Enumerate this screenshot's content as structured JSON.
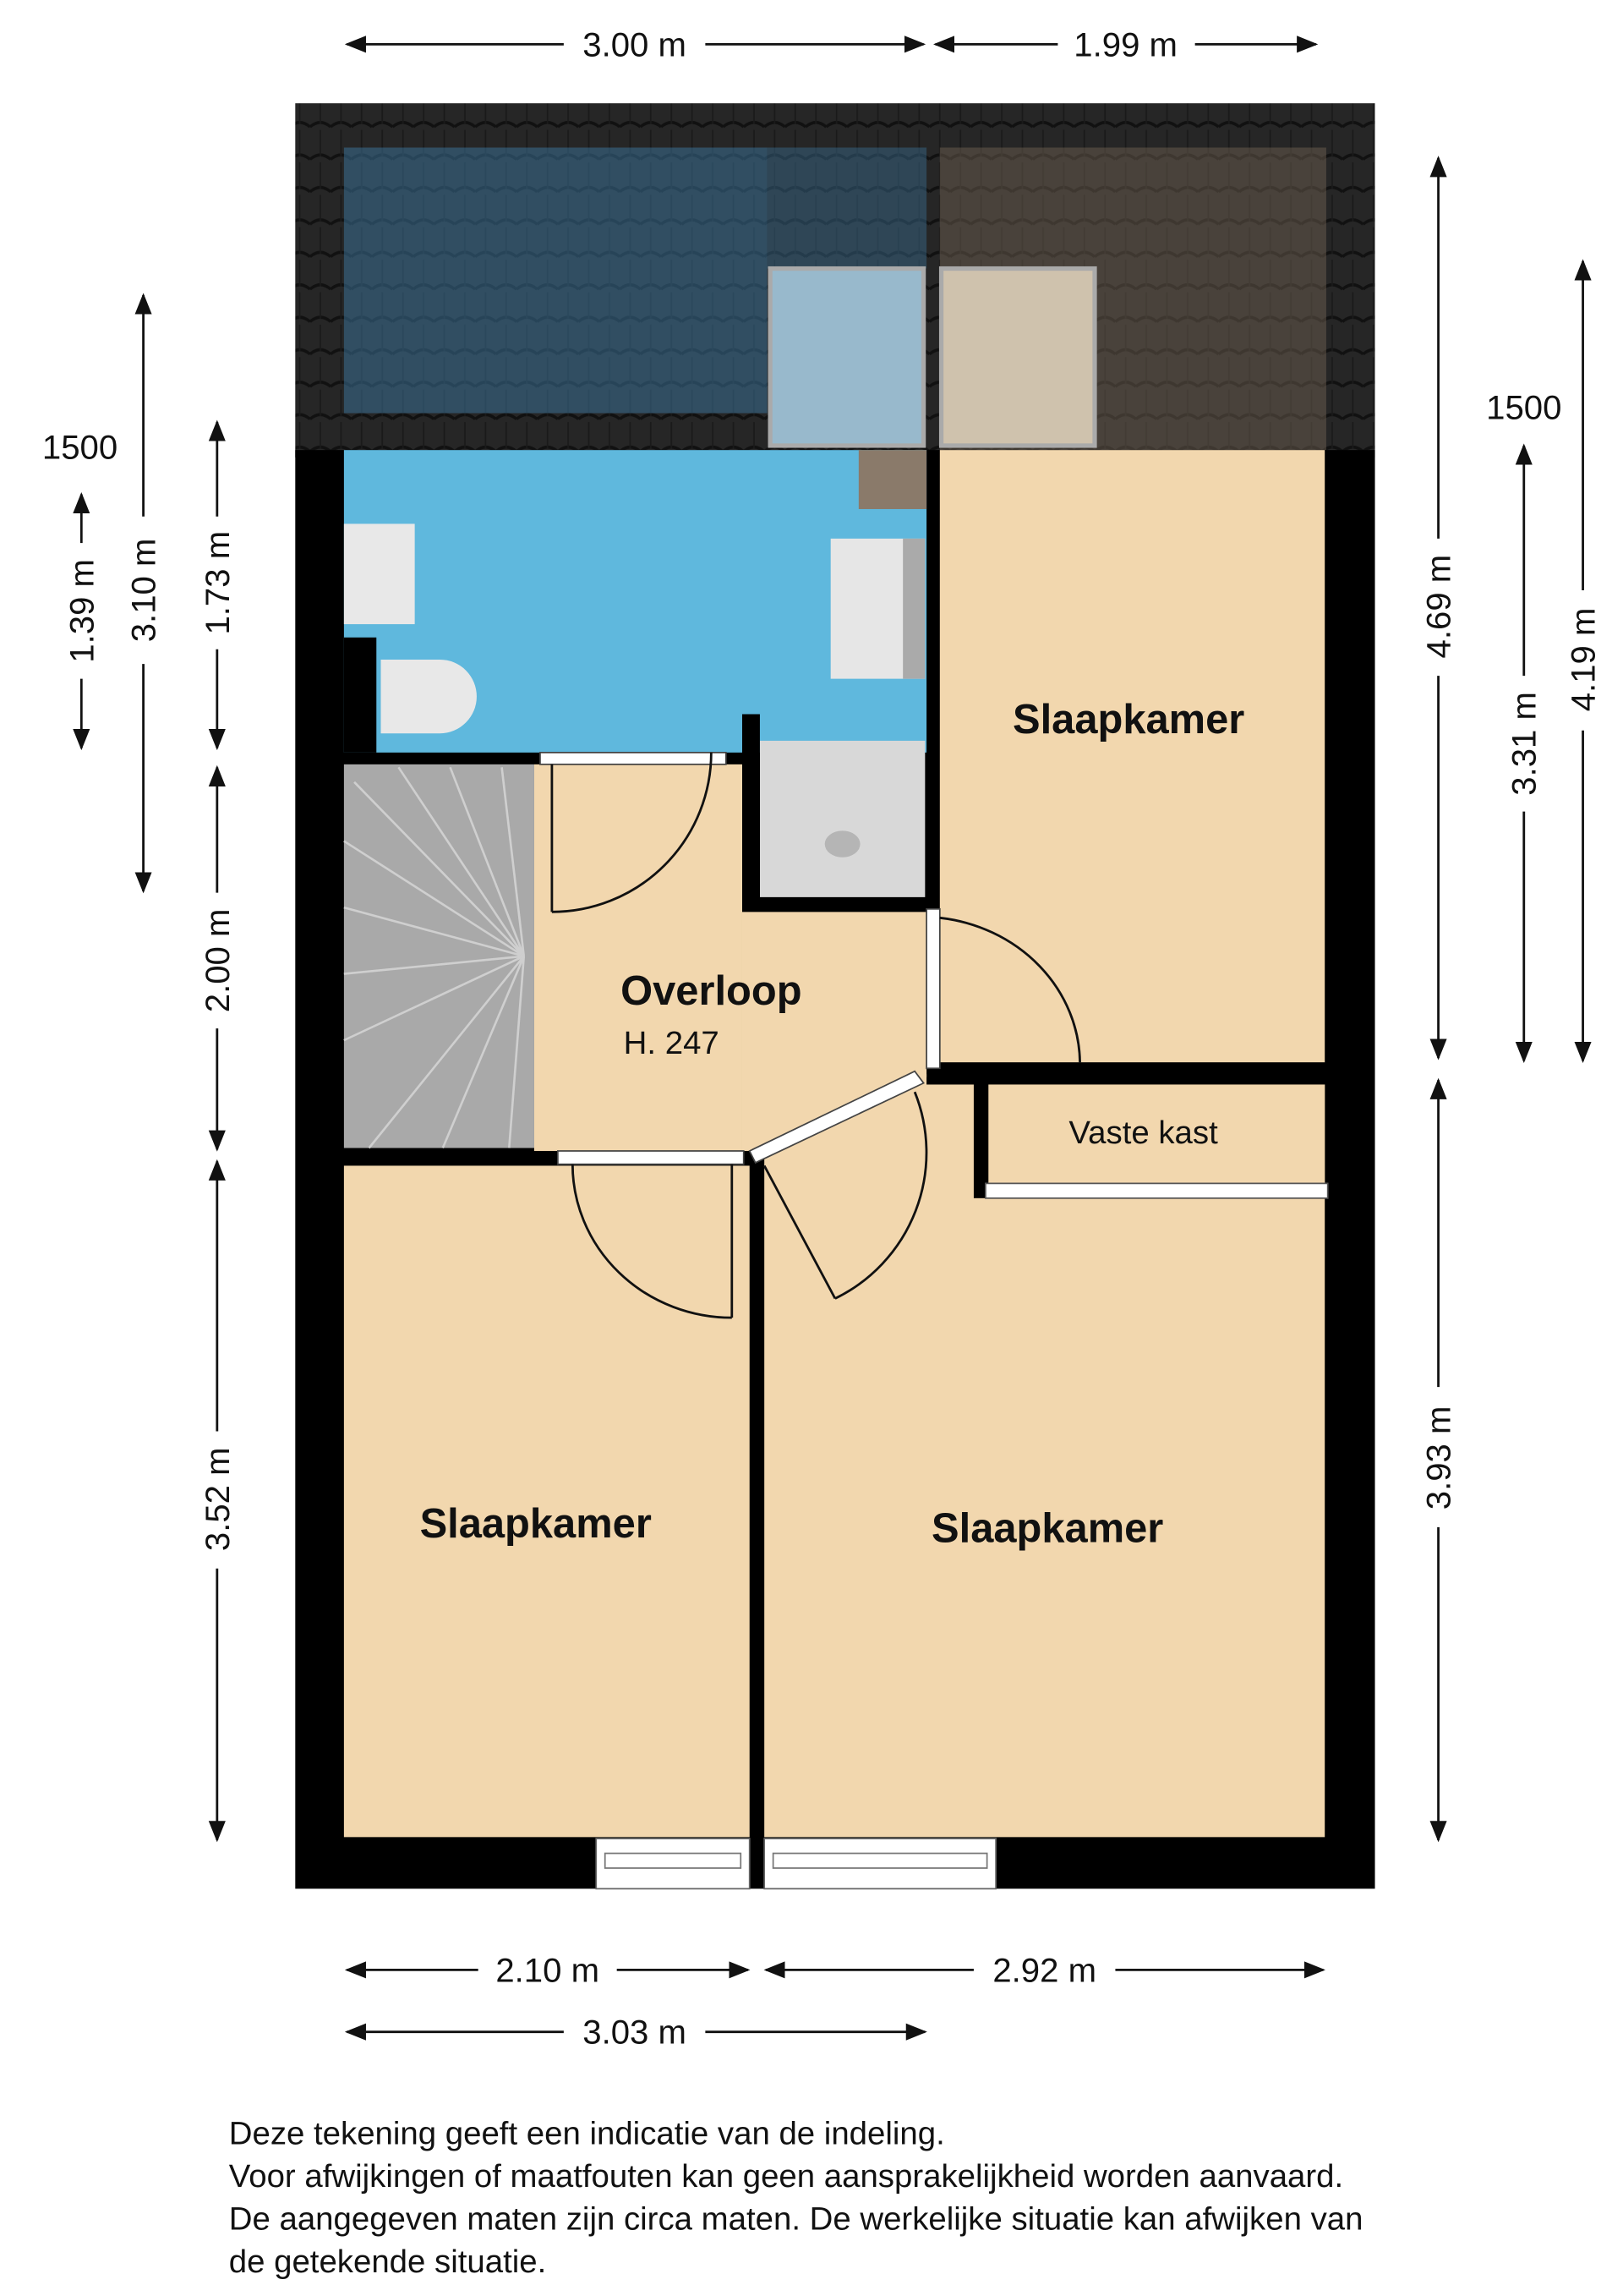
{
  "plan": {
    "rooms": {
      "bedroom_top_right": "Slaapkamer",
      "landing": "Overloop",
      "landing_height": "H. 247",
      "closet": "Vaste kast",
      "bedroom_bottom_left": "Slaapkamer",
      "bedroom_bottom_right": "Slaapkamer"
    },
    "dimensions": {
      "top_left": "3.00 m",
      "top_right": "1.99 m",
      "left_height_mark": "1500",
      "left_1": "1.39 m",
      "left_2": "3.10 m",
      "left_3": "1.73 m",
      "left_4": "2.00 m",
      "left_5": "3.52 m",
      "right_1": "4.69 m",
      "right_2": "3.93 m",
      "right_height_mark": "1500",
      "right_3": "3.31 m",
      "right_4": "4.19 m",
      "bottom_1": "2.10 m",
      "bottom_2": "2.92 m",
      "bottom_3": "3.03 m"
    },
    "colors": {
      "wall": "#000000",
      "floor": "#f2d7ae",
      "bathroom": "#5fb8dd",
      "stairs": "#a9a9a9",
      "roof": "#2a2a2a"
    }
  },
  "disclaimer": [
    "Deze tekening geeft een indicatie van de indeling.",
    "Voor  afwijkingen of maatfouten kan geen aansprakelijkheid worden aanvaard.",
    "De aangegeven maten zijn circa maten. De werkelijke situatie kan afwijken van",
    "de getekende situatie."
  ]
}
